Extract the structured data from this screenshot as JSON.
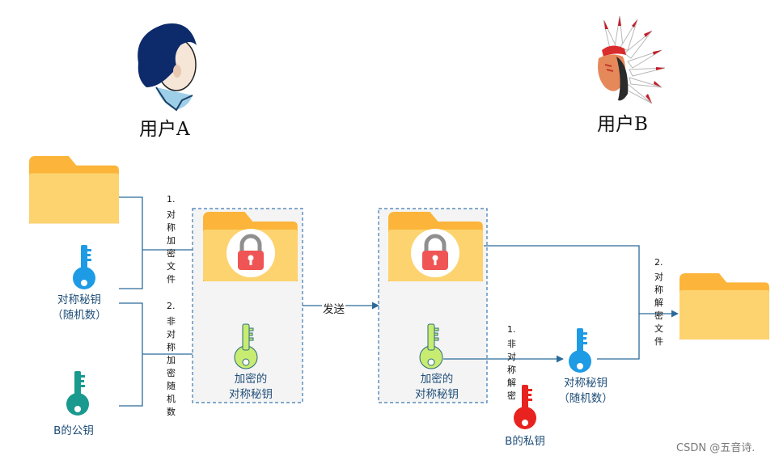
{
  "user_a": {
    "label": "用户A"
  },
  "user_b": {
    "label": "用户B"
  },
  "left": {
    "symmetric_key_label": [
      "对称秘钥",
      "（随机数）"
    ],
    "b_public_key_label": "B的公钥"
  },
  "step_a1": {
    "number": "1.",
    "text": "对称加密文件"
  },
  "step_a2": {
    "number": "2.",
    "text": "非对称加密随机数"
  },
  "box_a": {
    "key_label": [
      "加密的",
      "对称秘钥"
    ]
  },
  "send_label": "发送",
  "box_b": {
    "key_label": [
      "加密的",
      "对称秘钥"
    ]
  },
  "step_b1": {
    "number": "1.",
    "text": "非对称解密"
  },
  "b_private_key_label": "B的私钥",
  "right": {
    "symmetric_key_label": [
      "对称秘钥",
      "（随机数）"
    ]
  },
  "step_b2": {
    "number": "2.",
    "text": "对称解密文件"
  },
  "watermark": "CSDN @五音诗.",
  "colors": {
    "folder_body": "#fdd36f",
    "folder_tab": "#fcb53a",
    "key_blue": "#1e9be5",
    "key_teal": "#1a9a8e",
    "key_lime": "#c8ec72",
    "key_red": "#e8231f",
    "arrow": "#2b6b9b",
    "dashed_box": "#3a78b0",
    "lock_red": "#f05555"
  }
}
